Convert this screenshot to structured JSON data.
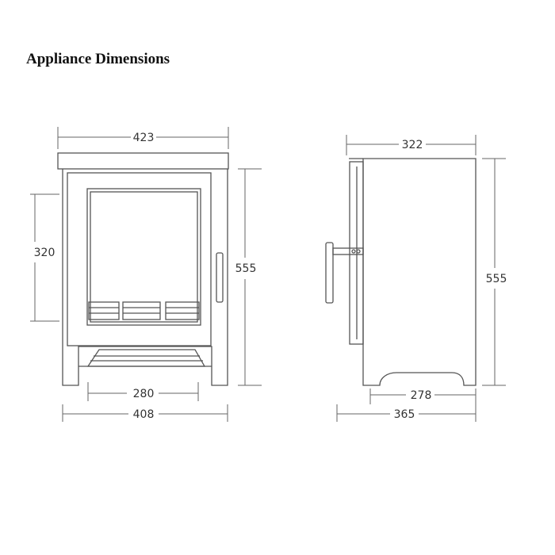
{
  "title": "Appliance Dimensions",
  "colors": {
    "line": "#555555",
    "dim_line": "#666666",
    "text": "#333333",
    "title": "#111111"
  },
  "front_view": {
    "top_width": "423",
    "opening_height": "320",
    "height": "555",
    "base_width": "280",
    "body_width": "408"
  },
  "side_view": {
    "top_depth": "322",
    "height": "555",
    "base_depth": "278",
    "overall_depth": "365"
  }
}
